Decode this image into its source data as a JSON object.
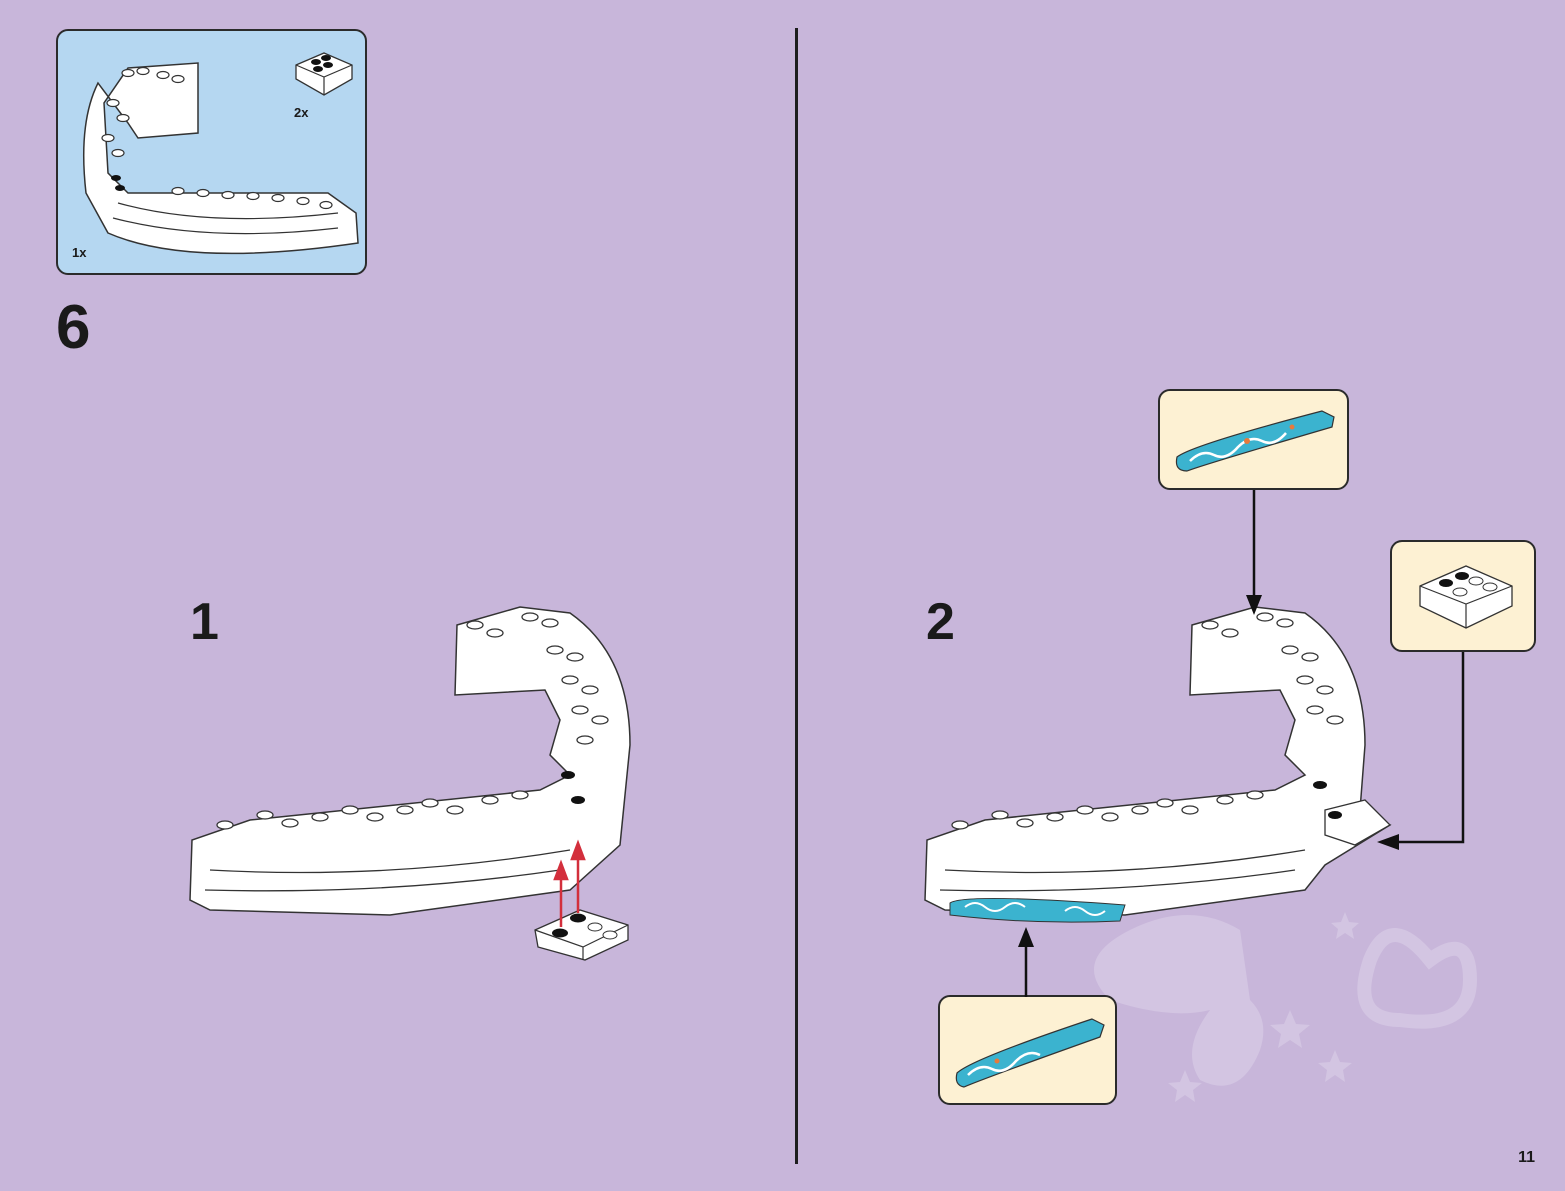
{
  "parts_list": {
    "items": [
      {
        "qty": "1x"
      },
      {
        "qty": "2x"
      }
    ]
  },
  "step": {
    "number": "6"
  },
  "substeps": [
    {
      "number": "1"
    },
    {
      "number": "2"
    }
  ],
  "page": {
    "number": "11"
  },
  "colors": {
    "background": "#c8b6da",
    "parts_box": "#b5d7f1",
    "callout": "#fdf1d3",
    "arrow_red": "#d32f3c",
    "sticker_blue": "#3bb3cf"
  }
}
